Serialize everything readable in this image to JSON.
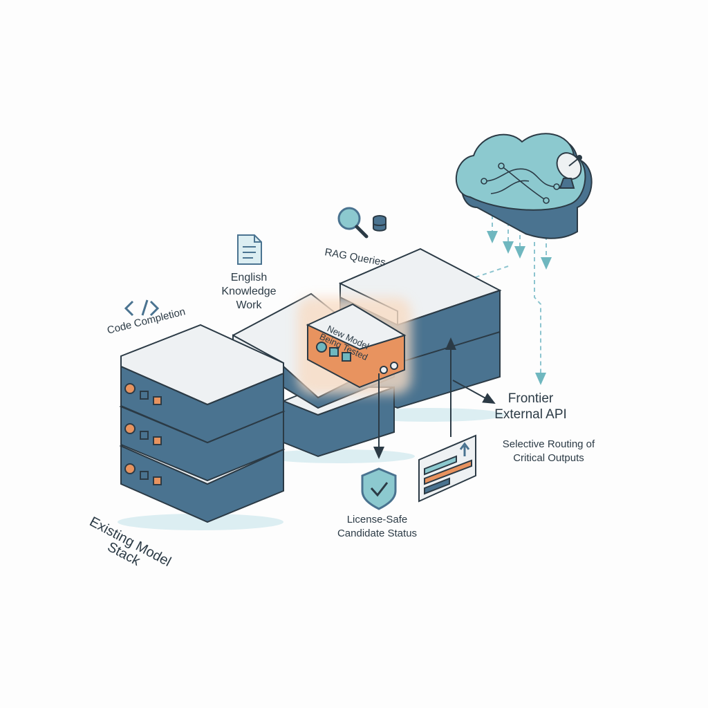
{
  "labels": {
    "code_completion": "Code Completion",
    "english_knowledge_work": "English\nKnowledge\nWork",
    "rag_queries": "RAG Queries",
    "new_model": "New Model\nBeing Tested",
    "existing_model_stack": "Existing Model Stack",
    "frontier_external_api": "Frontier\nExternal API",
    "selective_routing": "Selective Routing of\nCritical Outputs",
    "license_safe": "License-Safe\nCandidate Status"
  },
  "colors": {
    "server_side": "#4a7390",
    "server_top": "#eef1f3",
    "outline": "#2b3a45",
    "accent_orange": "#e8935f",
    "accent_teal": "#6fb7bf",
    "glow": "#f8dcc4",
    "dashed": "#8cc4cf"
  },
  "icons": [
    "code-icon",
    "document-icon",
    "magnifier-icon",
    "database-icon",
    "cloud-icon",
    "satellite-dish-icon",
    "shield-check-icon",
    "routing-panel-icon"
  ]
}
